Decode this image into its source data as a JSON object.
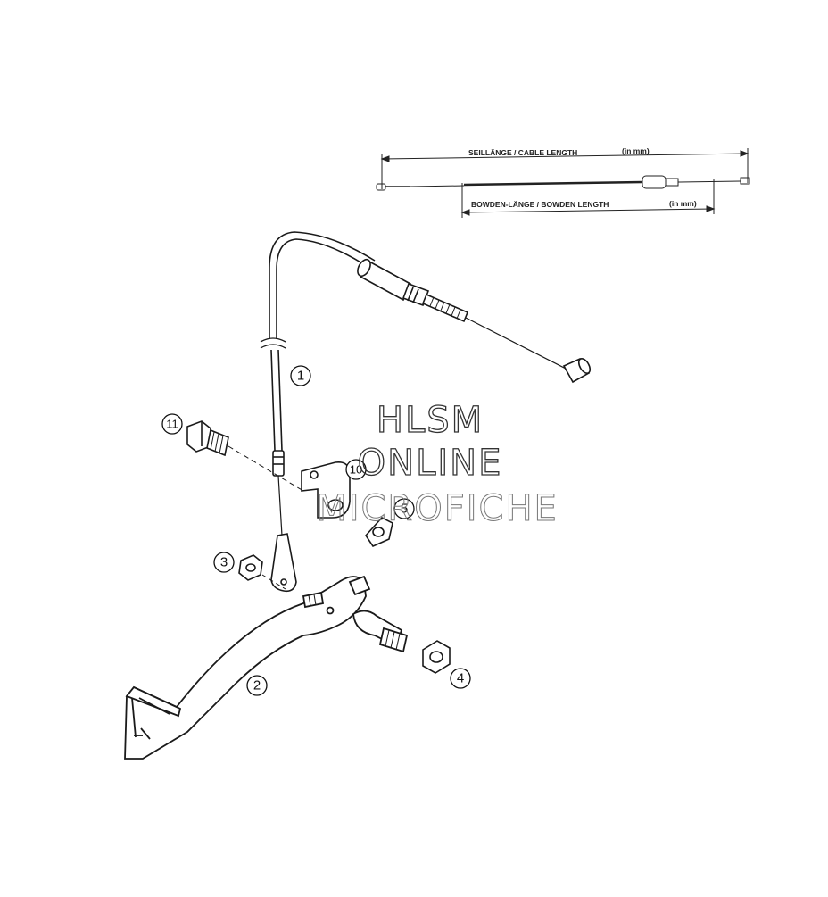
{
  "cable_dimension_diagram": {
    "cable_length_label": "SEILLÄNGE / CABLE LENGTH",
    "cable_length_unit": "(in mm)",
    "bowden_length_label": "BOWDEN-LÄNGE / BOWDEN LENGTH",
    "bowden_length_unit": "(in mm)"
  },
  "callouts": {
    "c1": "1",
    "c2": "2",
    "c3": "3",
    "c4": "4",
    "c5": "5",
    "c10": "10",
    "c11": "11"
  },
  "watermark": {
    "line1": "HLSM",
    "line2": "ONLINE",
    "line3": "MICROFICHE"
  }
}
